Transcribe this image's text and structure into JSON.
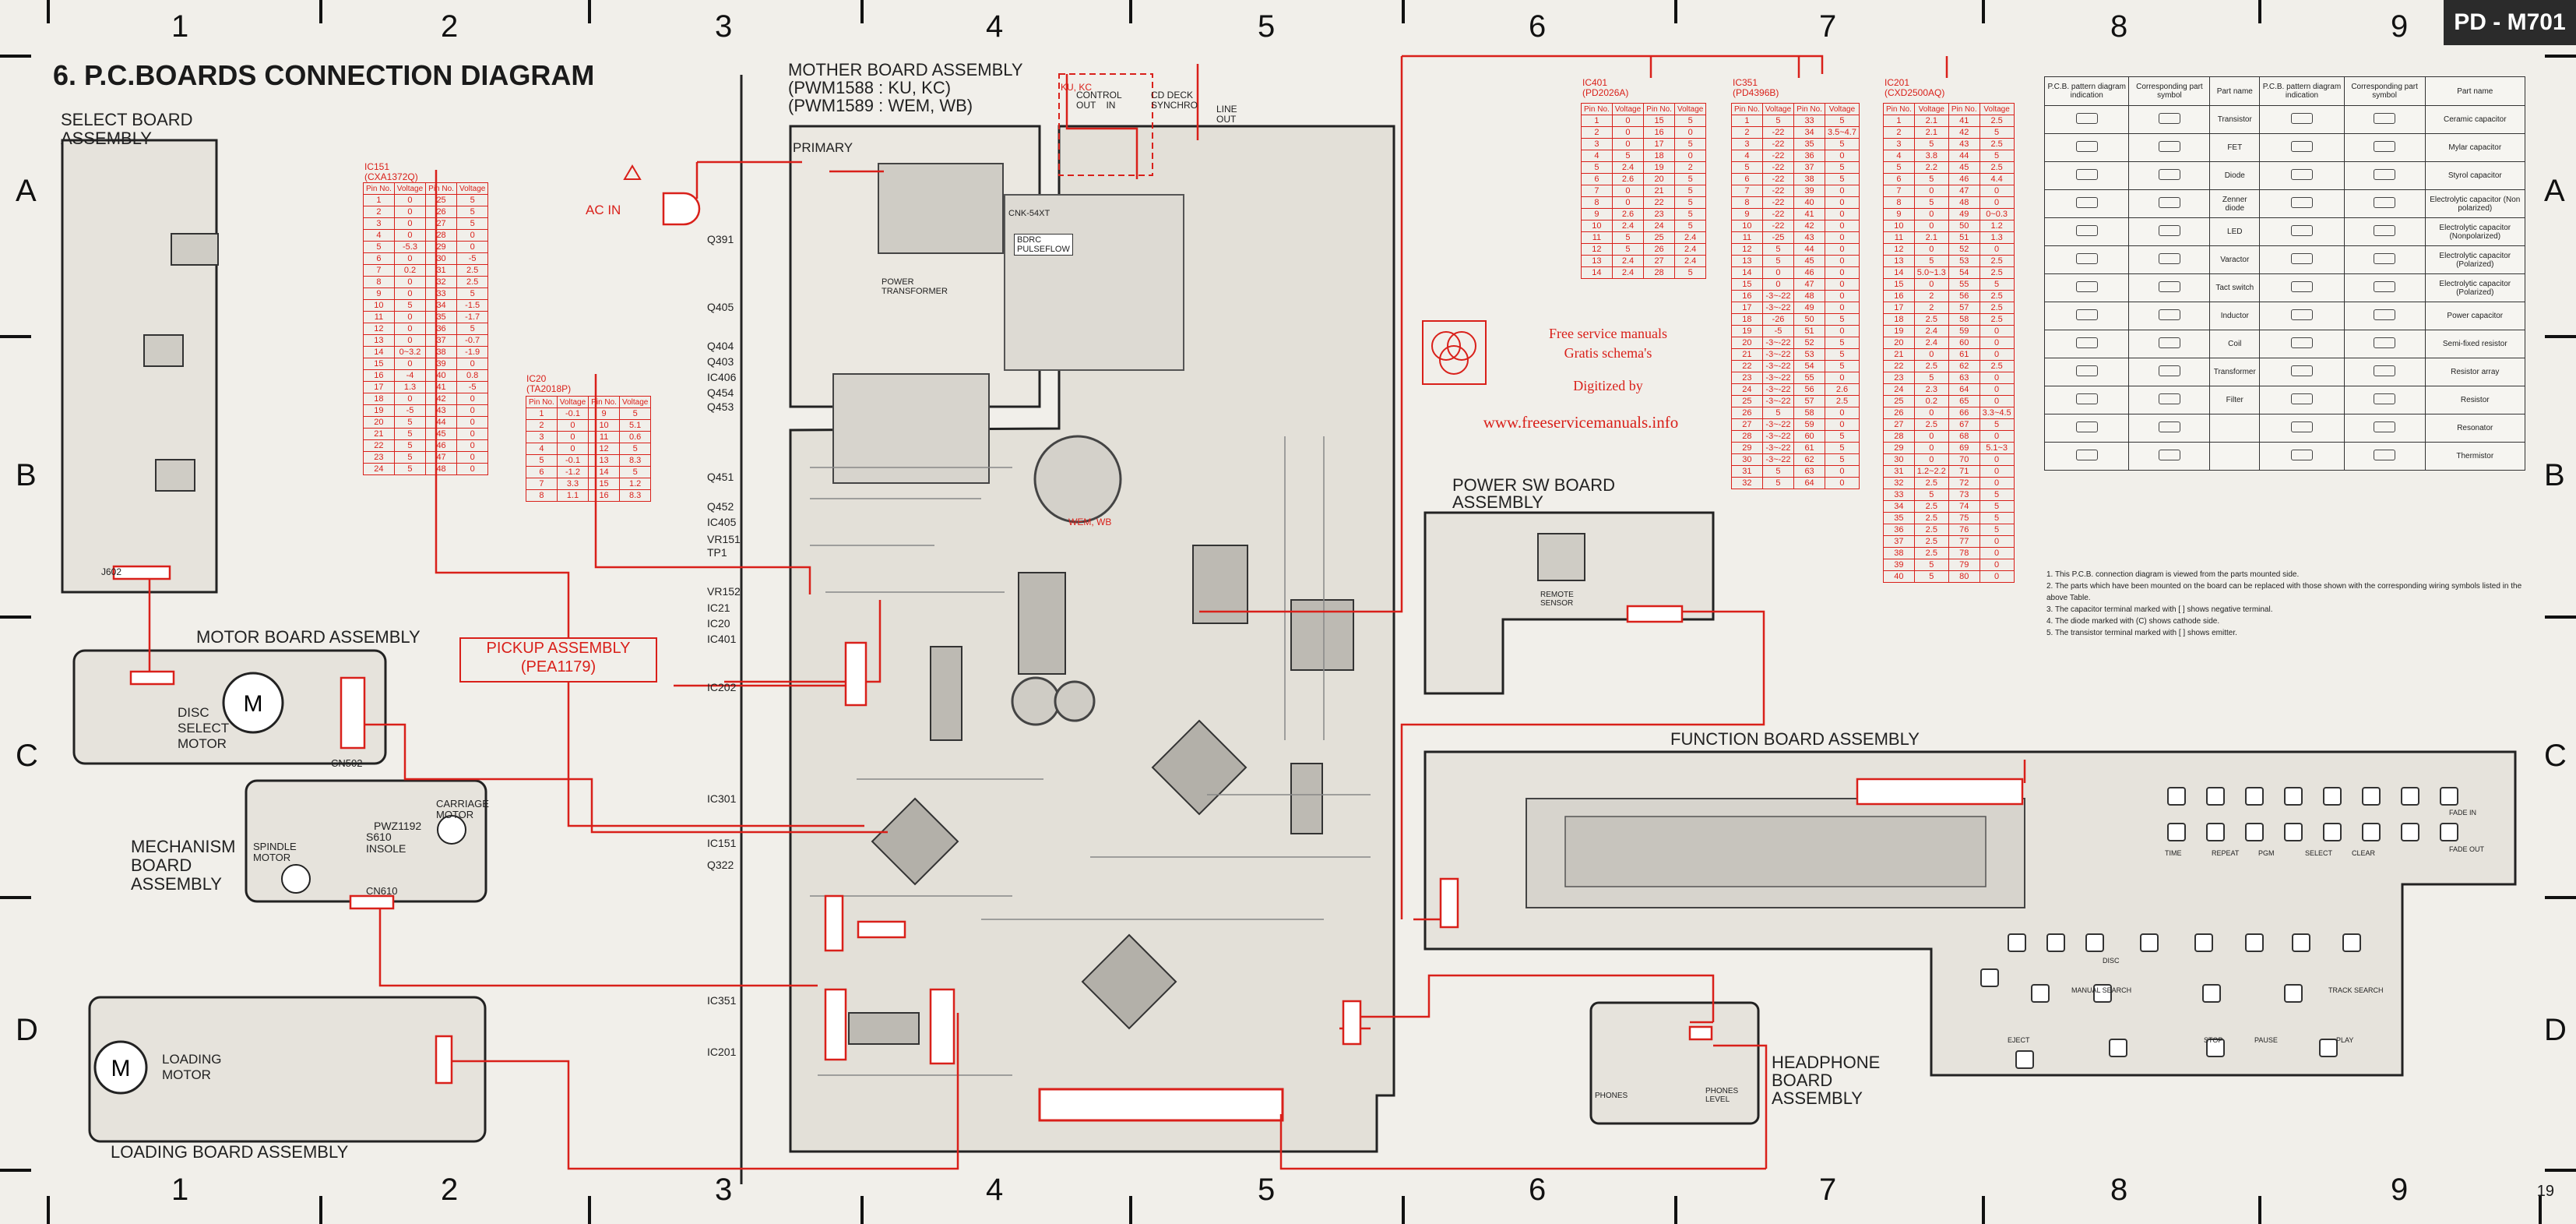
{
  "header": {
    "title": "6. P.C.BOARDS CONNECTION DIAGRAM",
    "model": "PD - M701",
    "page": "19"
  },
  "grid": {
    "columns": [
      "1",
      "2",
      "3",
      "4",
      "5",
      "6",
      "7",
      "8",
      "9"
    ],
    "rows": [
      "A",
      "B",
      "C",
      "D"
    ]
  },
  "boards": {
    "select": "SELECT BOARD\nASSEMBLY",
    "motor": "MOTOR BOARD ASSEMBLY",
    "disc_motor": "DISC\nSELECT\nMOTOR",
    "mechanism": "MECHANISM\nBOARD\nASSEMBLY",
    "spindle": "SPINDLE\nMOTOR",
    "carriage": "CARRIAGE\nMOTOR",
    "loading": "LOADING BOARD ASSEMBLY",
    "loading_motor": "LOADING\nMOTOR",
    "mother": "MOTHER BOARD ASSEMBLY\n(PWM1588 : KU, KC)\n(PWM1589 : WEM, WB)",
    "power_sw": "POWER SW BOARD\nASSEMBLY",
    "function": "FUNCTION BOARD ASSEMBLY",
    "headphone": "HEADPHONE\nBOARD\nASSEMBLY",
    "pickup": "PICKUP ASSEMBLY\n(PEA1179)",
    "primary": "PRIMARY",
    "ac_in": "AC IN",
    "power_transformer": "POWER\nTRANSFORMER",
    "control": "CONTROL\nOUT    IN",
    "cd_deck": "CD DECK\nSYNCHRO",
    "line_out": "LINE\nOUT",
    "bdrc": "BDRC\nPULSEFLOW",
    "ku_kc": "KU, KC",
    "wem_wb": "WEM, WB"
  },
  "mother_refs": [
    "Q391",
    "Q405",
    "Q404",
    "Q403",
    "IC406",
    "Q454",
    "Q453",
    "Q451",
    "Q452",
    "IC405",
    "VR151",
    "TP1",
    "VR152",
    "IC21",
    "IC20",
    "IC401",
    "IC202",
    "IC301",
    "IC151",
    "Q322",
    "IC351",
    "IC201"
  ],
  "ic151": {
    "caption": "IC151\n(CXA1372Q)",
    "rows": [
      [
        "1",
        "0",
        "25",
        "5"
      ],
      [
        "2",
        "0",
        "26",
        "5"
      ],
      [
        "3",
        "0",
        "27",
        "5"
      ],
      [
        "4",
        "0",
        "28",
        "0"
      ],
      [
        "5",
        "-5.3",
        "29",
        "0"
      ],
      [
        "6",
        "0",
        "30",
        "-5"
      ],
      [
        "7",
        "0.2",
        "31",
        "2.5"
      ],
      [
        "8",
        "0",
        "32",
        "2.5"
      ],
      [
        "9",
        "0",
        "33",
        "5"
      ],
      [
        "10",
        "5",
        "34",
        "-1.5"
      ],
      [
        "11",
        "0",
        "35",
        "-1.7"
      ],
      [
        "12",
        "0",
        "36",
        "5"
      ],
      [
        "13",
        "0",
        "37",
        "-0.7"
      ],
      [
        "14",
        "0~3.2",
        "38",
        "-1.9"
      ],
      [
        "15",
        "0",
        "39",
        "0"
      ],
      [
        "16",
        "-4",
        "40",
        "0.8"
      ],
      [
        "17",
        "1.3",
        "41",
        "-5"
      ],
      [
        "18",
        "0",
        "42",
        "0"
      ],
      [
        "19",
        "-5",
        "43",
        "0"
      ],
      [
        "20",
        "5",
        "44",
        "0"
      ],
      [
        "21",
        "5",
        "45",
        "0"
      ],
      [
        "22",
        "5",
        "46",
        "0"
      ],
      [
        "23",
        "5",
        "47",
        "0"
      ],
      [
        "24",
        "5",
        "48",
        "0"
      ]
    ]
  },
  "ic20": {
    "caption": "IC20\n(TA2018P)",
    "rows": [
      [
        "1",
        "-0.1",
        "9",
        "5"
      ],
      [
        "2",
        "0",
        "10",
        "5.1"
      ],
      [
        "3",
        "0",
        "11",
        "0.6"
      ],
      [
        "4",
        "0",
        "12",
        "5"
      ],
      [
        "5",
        "-0.1",
        "13",
        "8.3"
      ],
      [
        "6",
        "-1.2",
        "14",
        "5"
      ],
      [
        "7",
        "3.3",
        "15",
        "1.2"
      ],
      [
        "8",
        "1.1",
        "16",
        "8.3"
      ]
    ]
  },
  "ic401": {
    "caption": "IC401\n(PD2026A)",
    "rows": [
      [
        "1",
        "0",
        "15",
        "5"
      ],
      [
        "2",
        "0",
        "16",
        "0"
      ],
      [
        "3",
        "0",
        "17",
        "5"
      ],
      [
        "4",
        "5",
        "18",
        "0"
      ],
      [
        "5",
        "2.4",
        "19",
        "2"
      ],
      [
        "6",
        "2.6",
        "20",
        "5"
      ],
      [
        "7",
        "0",
        "21",
        "5"
      ],
      [
        "8",
        "0",
        "22",
        "5"
      ],
      [
        "9",
        "2.6",
        "23",
        "5"
      ],
      [
        "10",
        "2.4",
        "24",
        "5"
      ],
      [
        "11",
        "5",
        "25",
        "2.4"
      ],
      [
        "12",
        "5",
        "26",
        "2.4"
      ],
      [
        "13",
        "2.4",
        "27",
        "2.4"
      ],
      [
        "14",
        "2.4",
        "28",
        "5"
      ]
    ]
  },
  "ic351": {
    "caption": "IC351\n(PD4396B)",
    "rows": [
      [
        "1",
        "5",
        "33",
        "5"
      ],
      [
        "2",
        "-22",
        "34",
        "3.5~4.7"
      ],
      [
        "3",
        "-22",
        "35",
        "5"
      ],
      [
        "4",
        "-22",
        "36",
        "0"
      ],
      [
        "5",
        "-22",
        "37",
        "5"
      ],
      [
        "6",
        "-22",
        "38",
        "5"
      ],
      [
        "7",
        "-22",
        "39",
        "0"
      ],
      [
        "8",
        "-22",
        "40",
        "0"
      ],
      [
        "9",
        "-22",
        "41",
        "0"
      ],
      [
        "10",
        "-22",
        "42",
        "0"
      ],
      [
        "11",
        "-25",
        "43",
        "0"
      ],
      [
        "12",
        "5",
        "44",
        "0"
      ],
      [
        "13",
        "5",
        "45",
        "0"
      ],
      [
        "14",
        "0",
        "46",
        "0"
      ],
      [
        "15",
        "0",
        "47",
        "0"
      ],
      [
        "16",
        "-3~-22",
        "48",
        "0"
      ],
      [
        "17",
        "-3~-22",
        "49",
        "0"
      ],
      [
        "18",
        "-26",
        "50",
        "5"
      ],
      [
        "19",
        "-5",
        "51",
        "0"
      ],
      [
        "20",
        "-3~-22",
        "52",
        "5"
      ],
      [
        "21",
        "-3~-22",
        "53",
        "5"
      ],
      [
        "22",
        "-3~-22",
        "54",
        "5"
      ],
      [
        "23",
        "-3~-22",
        "55",
        "0"
      ],
      [
        "24",
        "-3~-22",
        "56",
        "2.6"
      ],
      [
        "25",
        "-3~-22",
        "57",
        "2.5"
      ],
      [
        "26",
        "5",
        "58",
        "0"
      ],
      [
        "27",
        "-3~-22",
        "59",
        "0"
      ],
      [
        "28",
        "-3~-22",
        "60",
        "5"
      ],
      [
        "29",
        "-3~-22",
        "61",
        "5"
      ],
      [
        "30",
        "-3~-22",
        "62",
        "5"
      ],
      [
        "31",
        "5",
        "63",
        "0"
      ],
      [
        "32",
        "5",
        "64",
        "0"
      ]
    ]
  },
  "ic201": {
    "caption": "IC201\n(CXD2500AQ)",
    "rows": [
      [
        "1",
        "2.1",
        "41",
        "2.5"
      ],
      [
        "2",
        "2.1",
        "42",
        "5"
      ],
      [
        "3",
        "5",
        "43",
        "2.5"
      ],
      [
        "4",
        "3.8",
        "44",
        "5"
      ],
      [
        "5",
        "2.2",
        "45",
        "2.5"
      ],
      [
        "6",
        "5",
        "46",
        "4.4"
      ],
      [
        "7",
        "0",
        "47",
        "0"
      ],
      [
        "8",
        "5",
        "48",
        "0"
      ],
      [
        "9",
        "0",
        "49",
        "0~0.3"
      ],
      [
        "10",
        "0",
        "50",
        "1.2"
      ],
      [
        "11",
        "2.1",
        "51",
        "1.3"
      ],
      [
        "12",
        "0",
        "52",
        "0"
      ],
      [
        "13",
        "5",
        "53",
        "2.5"
      ],
      [
        "14",
        "5.0~1.3",
        "54",
        "2.5"
      ],
      [
        "15",
        "0",
        "55",
        "5"
      ],
      [
        "16",
        "2",
        "56",
        "2.5"
      ],
      [
        "17",
        "2",
        "57",
        "2.5"
      ],
      [
        "18",
        "2.5",
        "58",
        "2.5"
      ],
      [
        "19",
        "2.4",
        "59",
        "0"
      ],
      [
        "20",
        "2.4",
        "60",
        "0"
      ],
      [
        "21",
        "0",
        "61",
        "0"
      ],
      [
        "22",
        "2.5",
        "62",
        "2.5"
      ],
      [
        "23",
        "5",
        "63",
        "0"
      ],
      [
        "24",
        "2.3",
        "64",
        "0"
      ],
      [
        "25",
        "0.2",
        "65",
        "0"
      ],
      [
        "26",
        "0",
        "66",
        "3.3~4.5"
      ],
      [
        "27",
        "2.5",
        "67",
        "5"
      ],
      [
        "28",
        "0",
        "68",
        "0"
      ],
      [
        "29",
        "0",
        "69",
        "5.1~3"
      ],
      [
        "30",
        "0",
        "70",
        "0"
      ],
      [
        "31",
        "1.2~2.2",
        "71",
        "0"
      ],
      [
        "32",
        "2.5",
        "72",
        "0"
      ],
      [
        "33",
        "5",
        "73",
        "5"
      ],
      [
        "34",
        "2.5",
        "74",
        "5"
      ],
      [
        "35",
        "2.5",
        "75",
        "5"
      ],
      [
        "36",
        "2.5",
        "76",
        "5"
      ],
      [
        "37",
        "2.5",
        "77",
        "0"
      ],
      [
        "38",
        "2.5",
        "78",
        "0"
      ],
      [
        "39",
        "5",
        "79",
        "0"
      ],
      [
        "40",
        "5",
        "80",
        "0"
      ]
    ]
  },
  "table_headers": {
    "pin": "Pin\nNo.",
    "voltage": "Voltage"
  },
  "watermark": {
    "line1": "Free service manuals",
    "line2": "Gratis schema's",
    "line3": "Digitized by",
    "line4": "www.freeservicemanuals.info"
  },
  "legend": {
    "headers": [
      "P.C.B. pattern diagram indication",
      "Corresponding part symbol",
      "Part name",
      "P.C.B. pattern diagram indication",
      "Corresponding part symbol",
      "Part name"
    ],
    "left_parts": [
      "Transistor",
      "FET",
      "Diode",
      "Zenner diode",
      "LED",
      "Varactor",
      "Tact switch",
      "Inductor",
      "Coil",
      "Transformer",
      "Filter"
    ],
    "right_parts": [
      "Ceramic capacitor",
      "Mylar capacitor",
      "Styrol capacitor",
      "Electrolytic capacitor (Non polarized)",
      "Electrolytic capacitor (Nonpolarized)",
      "Electrolytic capacitor (Polarized)",
      "Electrolytic capacitor (Polarized)",
      "Power capacitor",
      "Semi-fixed resistor",
      "Resistor array",
      "Resistor",
      "Resonator",
      "Thermistor"
    ],
    "notes": [
      "1. This P.C.B. connection diagram is viewed from the parts mounted side.",
      "2. The parts which have been mounted on the board can be replaced with those shown with the corresponding wiring symbols listed in the above Table.",
      "3. The capacitor terminal marked with [  ] shows negative terminal.",
      "4. The diode marked with (C) shows cathode side.",
      "5. The transistor terminal marked with [  ] shows emitter."
    ]
  },
  "function_labels": [
    "MANUAL SEARCH",
    "TRACK SEARCH",
    "STOP",
    "PAUSE",
    "PLAY",
    "EJECT",
    "TIME",
    "REPEAT",
    "PGM",
    "SELECT",
    "CLEAR",
    "FADE IN",
    "FADE OUT",
    "DISC"
  ],
  "misc": {
    "remote_sensor": "REMOTE\nSENSOR",
    "phones": "PHONES",
    "phones_level": "PHONES\nLEVEL",
    "pwz": "PWZ1192",
    "cnk": "CNK-54XT",
    "insole": "S610\nINSOLE",
    "cn502": "CN502",
    "j602": "J602",
    "cn610": "CN610"
  }
}
